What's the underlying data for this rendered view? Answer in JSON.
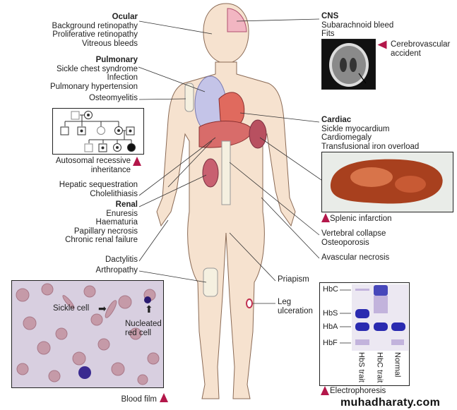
{
  "left": {
    "ocular": {
      "title": "Ocular",
      "items": [
        "Background retinopathy",
        "Proliferative retinopathy",
        "Vitreous bleeds"
      ]
    },
    "pulmonary": {
      "title": "Pulmonary",
      "items": [
        "Sickle chest syndrome",
        "Infection",
        "Pulmonary hypertension"
      ]
    },
    "osteomyelitis": "Osteomyelitis",
    "pedigree_caption": [
      "Autosomal recessive",
      "inheritance"
    ],
    "hepatic": [
      "Hepatic sequestration",
      "Cholelithiasis"
    ],
    "renal": {
      "title": "Renal",
      "items": [
        "Enuresis",
        "Haematuria",
        "Papillary necrosis",
        "Chronic renal failure"
      ]
    },
    "dactylitis": "Dactylitis",
    "arthropathy": "Arthropathy",
    "blood_film": {
      "caption": "Blood film",
      "sickle_label": "Sickle cell",
      "nucleated_label": [
        "Nucleated",
        "red cell"
      ]
    }
  },
  "right": {
    "cns": {
      "title": "CNS",
      "items": [
        "Subarachnoid bleed",
        "Fits"
      ]
    },
    "ct_caption": [
      "Cerebrovascular",
      "accident"
    ],
    "cardiac": {
      "title": "Cardiac",
      "items": [
        "Sickle myocardium",
        "Cardiomegaly",
        "Transfusional iron overload"
      ]
    },
    "splenic": "Splenic infarction",
    "vertebral": [
      "Vertebral collapse",
      "Osteoporosis"
    ],
    "avascular": "Avascular necrosis",
    "priapism": "Priapism",
    "leg_ulceration": [
      "Leg",
      "ulceration"
    ],
    "electrophoresis": {
      "caption": "Electrophoresis",
      "bands": [
        "HbC",
        "HbS",
        "HbA",
        "HbF"
      ],
      "lanes": [
        "HbS trait",
        "HbC trait",
        "Normal"
      ]
    }
  },
  "watermark": "muhadharaty.com",
  "colors": {
    "accent": "#b3174a",
    "stain": "#3a2fa0"
  }
}
